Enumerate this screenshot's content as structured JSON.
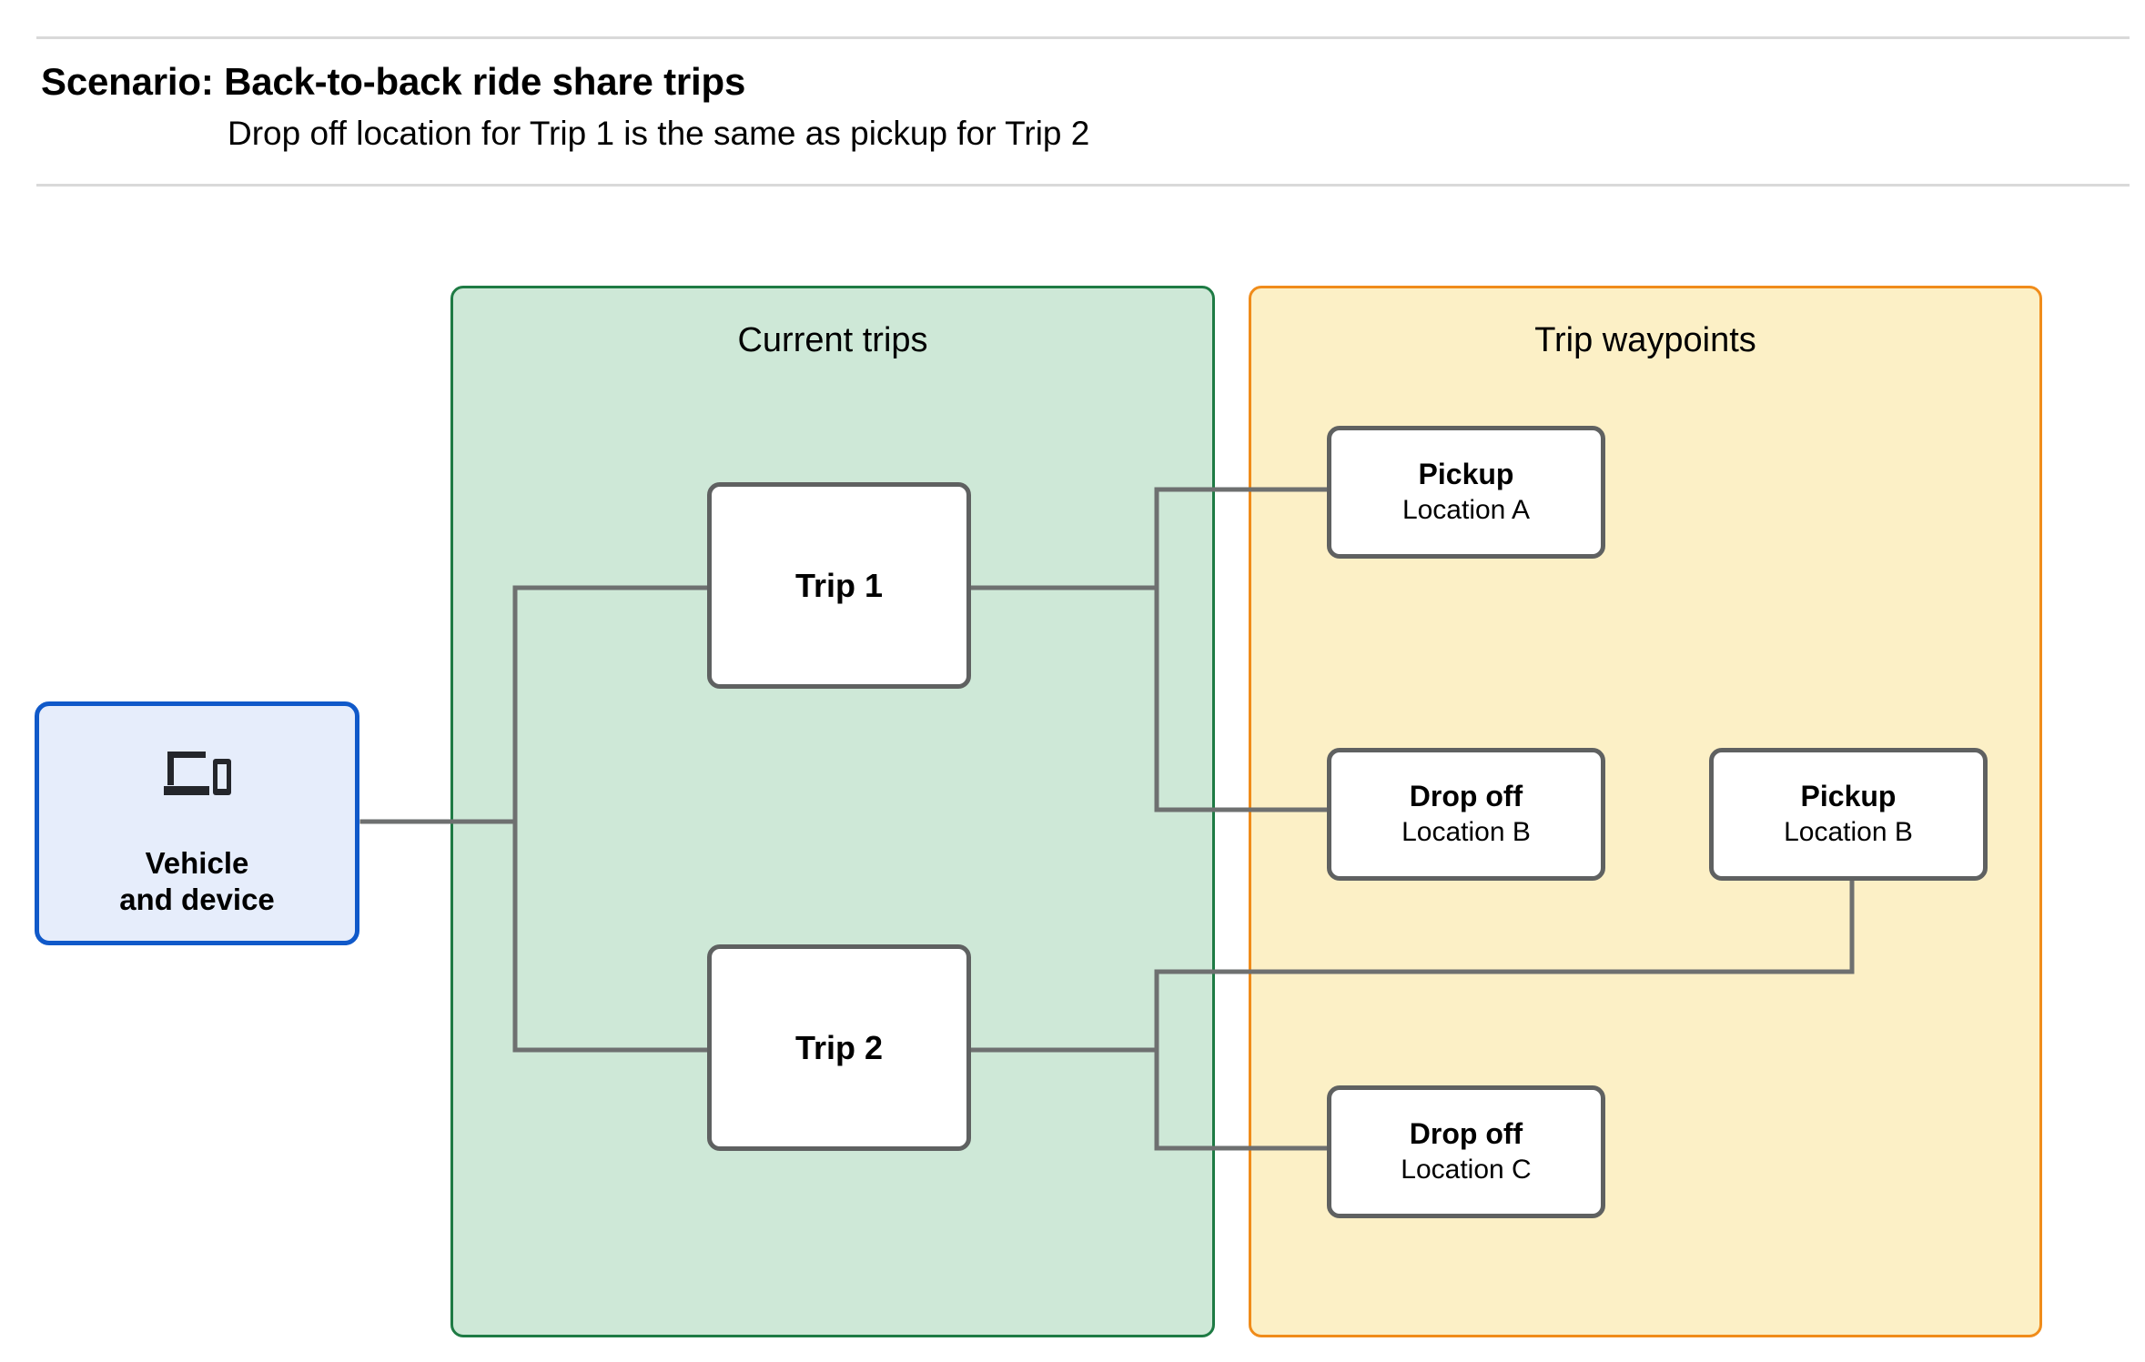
{
  "header": {
    "title": "Scenario: Back-to-back ride share trips",
    "subtitle": "Drop off  location for Trip 1 is the same as pickup for Trip 2"
  },
  "panels": {
    "current_trips": {
      "title": "Current trips",
      "fill": "#cee8d7",
      "border": "#1e7b44"
    },
    "trip_waypoints": {
      "title": "Trip waypoints",
      "fill": "#fcf0c6",
      "border": "#f08c1a"
    }
  },
  "vehicle": {
    "label": "Vehicle\nand device",
    "icon": "devices-icon",
    "fill": "#e6edfb",
    "border": "#1059c9"
  },
  "trips": [
    {
      "label": "Trip 1"
    },
    {
      "label": "Trip 2"
    }
  ],
  "waypoints": [
    {
      "title": "Pickup",
      "location": "Location A"
    },
    {
      "title": "Drop off",
      "location": "Location B"
    },
    {
      "title": "Pickup",
      "location": "Location B"
    },
    {
      "title": "Drop off",
      "location": "Location C"
    }
  ],
  "connector_color": "#6e7070",
  "node_border_color": "#5f6161"
}
